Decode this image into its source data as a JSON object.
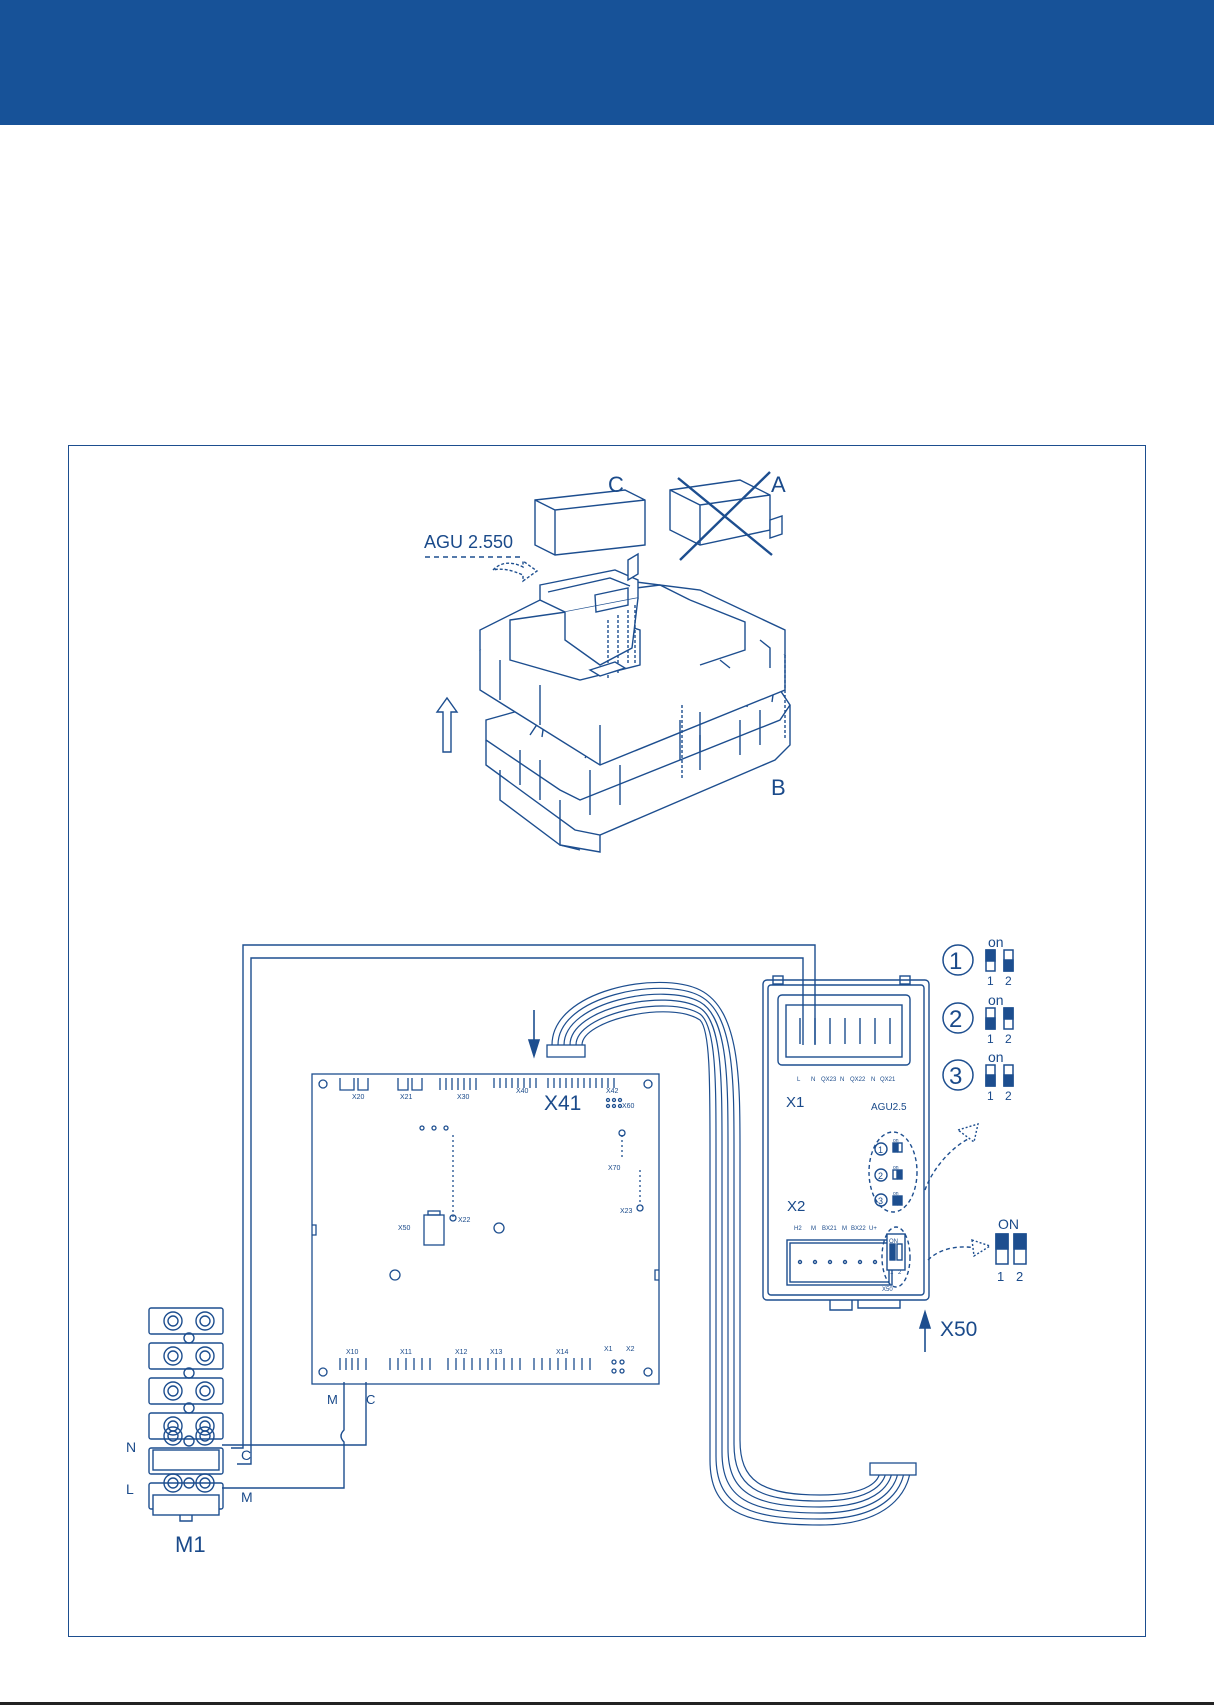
{
  "colors": {
    "header": "#175298",
    "line": "#1d4e8f"
  },
  "top_module": {
    "label_c": "C",
    "label_a": "A",
    "label_b": "B",
    "label_agu": "AGU 2.550"
  },
  "board": {
    "x20": "X20",
    "x21": "X21",
    "x30": "X30",
    "x40": "X40",
    "x42": "X42",
    "x60": "X60",
    "x70": "X70",
    "x23": "X23",
    "x50": "X50",
    "x22": "X22",
    "x10": "X10",
    "x11": "X11",
    "x12": "X12",
    "x13": "X13",
    "x14": "X14",
    "x1": "X1",
    "x2": "X2",
    "x41": "X41",
    "m": "M",
    "c": "C"
  },
  "agu": {
    "title": "AGU2.5",
    "x1": "X1",
    "x2": "X2",
    "x1_terms": [
      "L",
      "N",
      "QX23",
      "N",
      "QX22",
      "N",
      "QX21"
    ],
    "x2_terms": [
      "H2",
      "M",
      "BX21",
      "M",
      "BX22",
      "U+"
    ],
    "dip_on": "on",
    "dip_on_caps": "ON",
    "dip_1": "1",
    "dip_2": "2",
    "x50": "X50",
    "small_x50": "X50",
    "circle_1": "1",
    "circle_2": "2",
    "circle_3": "3"
  },
  "terminal": {
    "n": "N",
    "l": "L",
    "c": "C",
    "m": "M",
    "label": "M1"
  },
  "dip_settings": [
    {
      "num": "1",
      "on": "on",
      "a": "1",
      "b": "2"
    },
    {
      "num": "2",
      "on": "on",
      "a": "1",
      "b": "2"
    },
    {
      "num": "3",
      "on": "on",
      "a": "1",
      "b": "2"
    }
  ],
  "dip_big": {
    "on": "ON",
    "a": "1",
    "b": "2"
  }
}
